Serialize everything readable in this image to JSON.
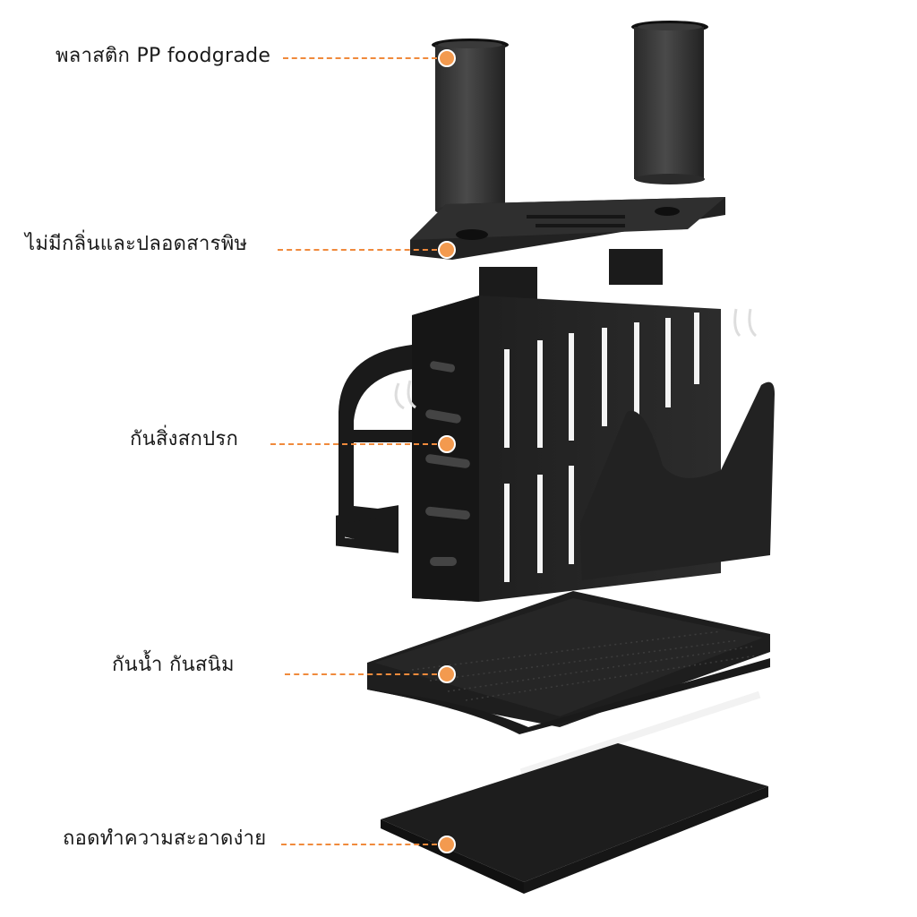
{
  "callouts": [
    {
      "id": "material",
      "text": "พลาสติก PP foodgrade"
    },
    {
      "id": "safe",
      "text": "ไม่มีกลิ่นและปลอดสารพิษ"
    },
    {
      "id": "dust",
      "text": "กันสิ่งสกปรก"
    },
    {
      "id": "water",
      "text": "กันน้ำ กันสนิม"
    },
    {
      "id": "clean",
      "text": "ถอดทำความสะอาดง่าย"
    }
  ],
  "colors": {
    "accent": "#f39a4f",
    "product": "#1f1f1f"
  }
}
